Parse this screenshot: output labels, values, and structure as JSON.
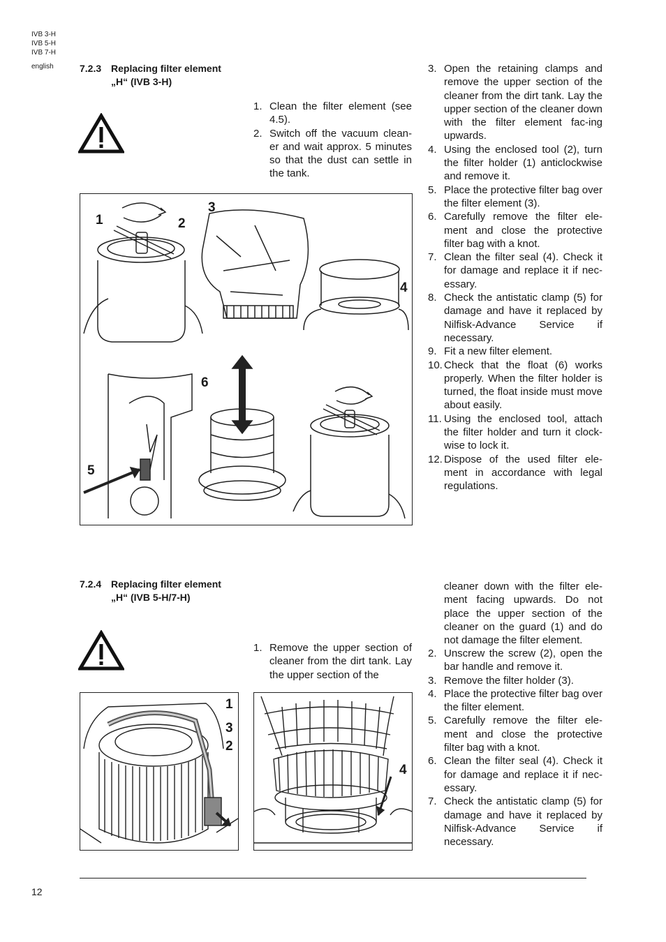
{
  "header": {
    "models": [
      "IVB 3-H",
      "IVB 5-H",
      "IVB 7-H"
    ],
    "language": "english"
  },
  "section1": {
    "number": "7.2.3",
    "title_line1": "Replacing filter element",
    "title_line2": "„H“ (IVB 3-H)",
    "intro_steps": [
      {
        "n": "1.",
        "text": "Clean the filter element (see 4.5)."
      },
      {
        "n": "2.",
        "text": "Switch off the vacuum clean-er and wait approx. 5 minutes so that the dust can settle in the tank."
      }
    ],
    "right_steps": [
      {
        "n": "3.",
        "text": "Open the retaining clamps and remove the upper section of the cleaner from the dirt tank. Lay the upper section of the cleaner down with the filter element fac-ing upwards."
      },
      {
        "n": "4.",
        "text": "Using the enclosed tool (2), turn the filter holder (1) anticlockwise and remove it."
      },
      {
        "n": "5.",
        "text": "Place the protective filter bag over the filter element (3)."
      },
      {
        "n": "6.",
        "text": "Carefully remove the filter ele-ment and close the protective filter bag with a knot."
      },
      {
        "n": "7.",
        "text": "Clean the filter seal (4). Check it for damage and replace it if nec-essary."
      },
      {
        "n": "8.",
        "text": "Check the antistatic clamp (5) for damage and have it replaced by Nilfisk-Advance Service if necessary."
      },
      {
        "n": "9.",
        "text": "Fit a new filter element."
      },
      {
        "n": "10.",
        "text": "Check that the float (6) works properly. When the filter holder is turned, the float inside must move about easily."
      },
      {
        "n": "11.",
        "text": "Using the enclosed tool, attach the filter holder and turn it clock-wise to lock it."
      },
      {
        "n": "12.",
        "text": "Dispose of the used filter ele-ment in accordance with legal regulations."
      }
    ],
    "figure_callouts": [
      "1",
      "2",
      "3",
      "4",
      "5",
      "6"
    ]
  },
  "section2": {
    "number": "7.2.4",
    "title_line1": "Replacing filter element",
    "title_line2": "„H“ (IVB 5-H/7-H)",
    "intro_steps": [
      {
        "n": "1.",
        "text": "Remove the upper section of cleaner from the dirt tank. Lay the upper section of the"
      }
    ],
    "continuation": "cleaner down with the filter ele-ment facing upwards. Do not place the upper section of the cleaner on the guard (1) and do not damage the filter element.",
    "right_steps": [
      {
        "n": "2.",
        "text": "Unscrew the screw (2), open the bar handle and remove it."
      },
      {
        "n": "3.",
        "text": "Remove the filter holder (3)."
      },
      {
        "n": "4.",
        "text": "Place the protective filter bag over the filter element."
      },
      {
        "n": "5.",
        "text": "Carefully remove the filter ele-ment and close the protective filter bag with a knot."
      },
      {
        "n": "6.",
        "text": "Clean the filter seal (4). Check it for damage and replace it if nec-essary."
      },
      {
        "n": "7.",
        "text": "Check the antistatic clamp (5) for damage and have it replaced by Nilfisk-Advance Service if necessary."
      }
    ],
    "figure_a_callouts": [
      "1",
      "3",
      "2"
    ],
    "figure_b_callouts": [
      "4"
    ]
  },
  "footer": {
    "page_number": "12"
  }
}
